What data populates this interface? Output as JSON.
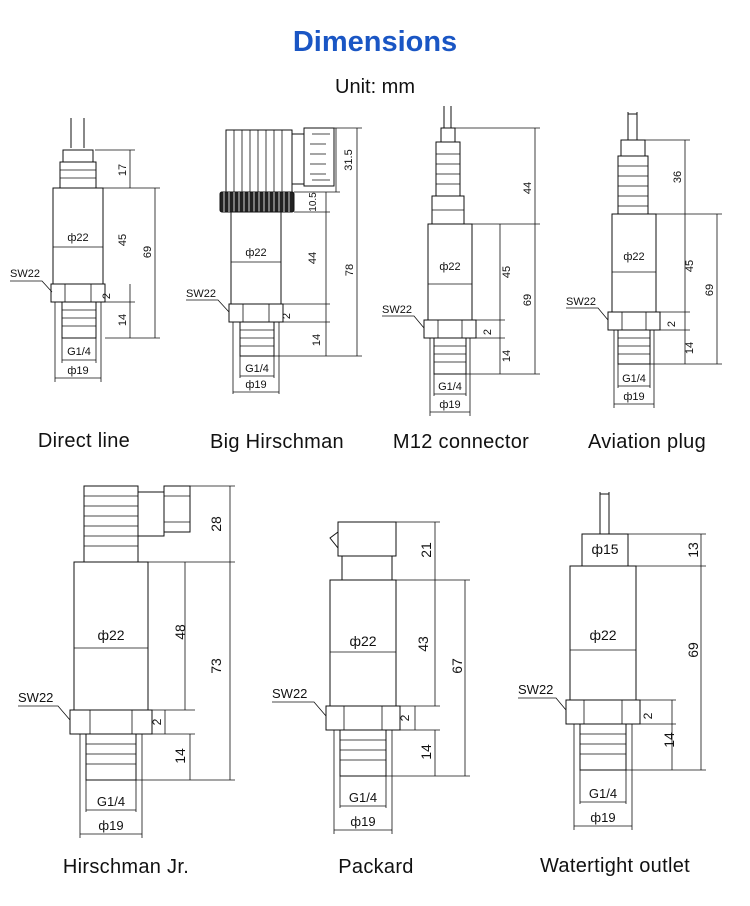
{
  "title": "Dimensions",
  "unit": "Unit: mm",
  "variants": [
    {
      "caption": "Direct line",
      "body_dia": "ф22",
      "wrench": "SW22",
      "thread": "G1/4",
      "thread_dia": "ф19",
      "dims": {
        "top": "17",
        "body": "45",
        "total": "69",
        "hex": "2",
        "thread_len": "14"
      }
    },
    {
      "caption": "Big Hirschman",
      "body_dia": "ф22",
      "wrench": "SW22",
      "thread": "G1/4",
      "thread_dia": "ф19",
      "dims": {
        "connector": "31.5",
        "nut": "10.5",
        "body": "44",
        "total": "78",
        "hex": "2",
        "thread_len": "14"
      }
    },
    {
      "caption": "M12 connector",
      "body_dia": "ф22",
      "wrench": "SW22",
      "thread": "G1/4",
      "thread_dia": "ф19",
      "dims": {
        "top": "44",
        "body": "45",
        "total": "69",
        "hex": "2",
        "thread_len": "14"
      }
    },
    {
      "caption": "Aviation plug",
      "body_dia": "ф22",
      "wrench": "SW22",
      "thread": "G1/4",
      "thread_dia": "ф19",
      "dims": {
        "top": "36",
        "body": "45",
        "total": "69",
        "hex": "2",
        "thread_len": "14"
      }
    },
    {
      "caption": "Hirschman Jr.",
      "body_dia": "ф22",
      "wrench": "SW22",
      "thread": "G1/4",
      "thread_dia": "ф19",
      "dims": {
        "top": "28",
        "body": "48",
        "total": "73",
        "hex": "2",
        "thread_len": "14"
      }
    },
    {
      "caption": "Packard",
      "body_dia": "ф22",
      "wrench": "SW22",
      "thread": "G1/4",
      "thread_dia": "ф19",
      "dims": {
        "top": "21",
        "body": "43",
        "total": "67",
        "hex": "2",
        "thread_len": "14"
      }
    },
    {
      "caption": "Watertight outlet",
      "body_dia": "ф22",
      "wrench": "SW22",
      "thread": "G1/4",
      "thread_dia": "ф19",
      "cap_dia": "ф15",
      "dims": {
        "top": "13",
        "total": "69",
        "hex": "2",
        "thread_len": "14"
      }
    }
  ]
}
